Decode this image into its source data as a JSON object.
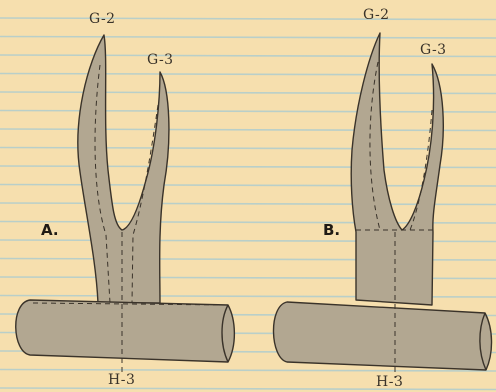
{
  "diagram": {
    "colors": {
      "paper": "#f6dfae",
      "ruled_line": "#b9cfc9",
      "fill": "#b2a791",
      "outline": "#3a332a"
    },
    "panel_a": {
      "letter": "A.",
      "left_tine_label": "G-2",
      "right_tine_label": "G-3",
      "base_label": "H-3"
    },
    "panel_b": {
      "letter": "B.",
      "left_tine_label": "G-2",
      "right_tine_label": "G-3",
      "base_label": "H-3"
    }
  }
}
